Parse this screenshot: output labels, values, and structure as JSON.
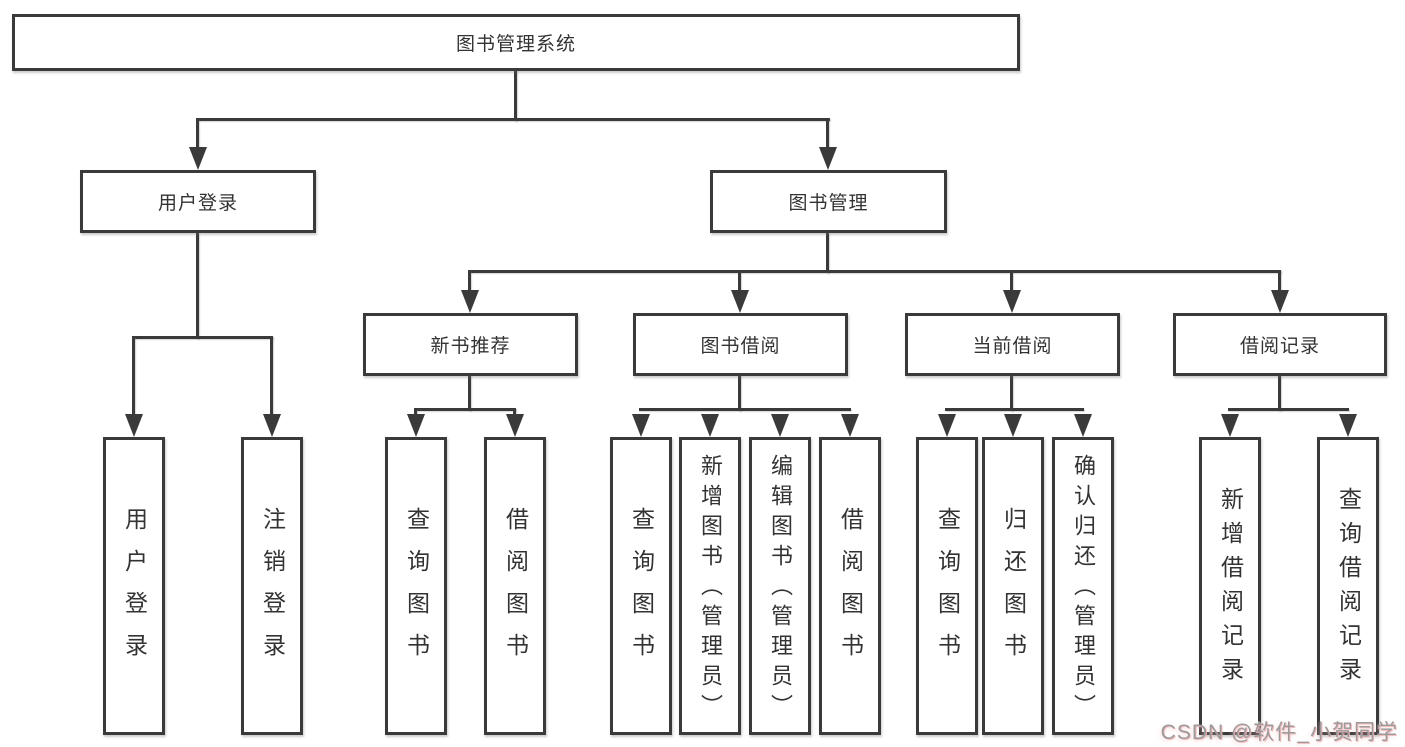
{
  "root": {
    "label": "图书管理系统"
  },
  "branches": {
    "login": {
      "label": "用户登录"
    },
    "manage": {
      "label": "图书管理"
    }
  },
  "modules": {
    "recommend": {
      "label": "新书推荐"
    },
    "borrow": {
      "label": "图书借阅"
    },
    "current": {
      "label": "当前借阅"
    },
    "records": {
      "label": "借阅记录"
    }
  },
  "leaves": {
    "login_user": "用户登录",
    "login_logout": "注销登录",
    "rec_query": "查询图书",
    "rec_borrow": "借阅图书",
    "bor_query": "查询图书",
    "bor_add": "新增图书（管理员）",
    "bor_edit": "编辑图书（管理员）",
    "bor_borrow": "借阅图书",
    "cur_query": "查询图书",
    "cur_return": "归还图书",
    "cur_confirm": "确认归还（管理员）",
    "rcd_add": "新增借阅记录",
    "rcd_query": "查询借阅记录"
  },
  "watermark": {
    "text": "CSDN @软件_小贺同学"
  },
  "colors": {
    "line": "#3a3a3a",
    "text": "#333333",
    "background": "#ffffff",
    "watermark": "#9b9b9e"
  }
}
